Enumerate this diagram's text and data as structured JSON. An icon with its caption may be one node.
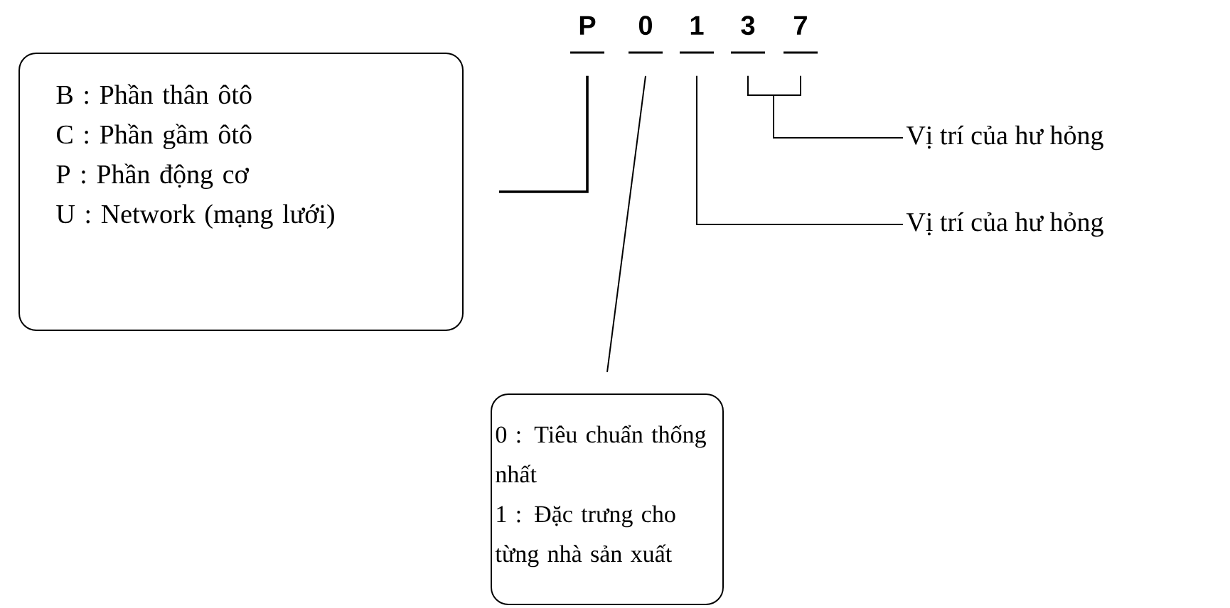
{
  "diagram": {
    "nodes": [
      {
        "text": [
          "P"
        ]
      },
      {
        "text": [
          "0"
        ]
      },
      {
        "text": [
          "1"
        ]
      },
      {
        "text": [
          "3"
        ]
      },
      {
        "text": [
          "7"
        ]
      },
      {
        "text": [
          "B : Phần thân ôtô",
          "C : Phần gầm ôtô",
          "P : Phần động cơ",
          "U : Network (mạng lưới)"
        ]
      },
      {
        "text": [
          "Vị trí của hư hỏng"
        ]
      },
      {
        "text": [
          "Vị trí của hư hỏng"
        ]
      },
      {
        "text": [
          "0 : Tiêu chuẩn thống nhất",
          "1 : Đặc trưng cho từng nhà sản xuất"
        ]
      }
    ],
    "edges": [
      {
        "from": 0,
        "to": 5,
        "arrow": "none"
      },
      {
        "from": 1,
        "to": 8,
        "arrow": "none"
      },
      {
        "from": 2,
        "to": 7,
        "arrow": "none"
      },
      {
        "from": 3,
        "to": 6,
        "arrow": "none"
      },
      {
        "from": 4,
        "to": 6,
        "arrow": "none"
      }
    ]
  }
}
